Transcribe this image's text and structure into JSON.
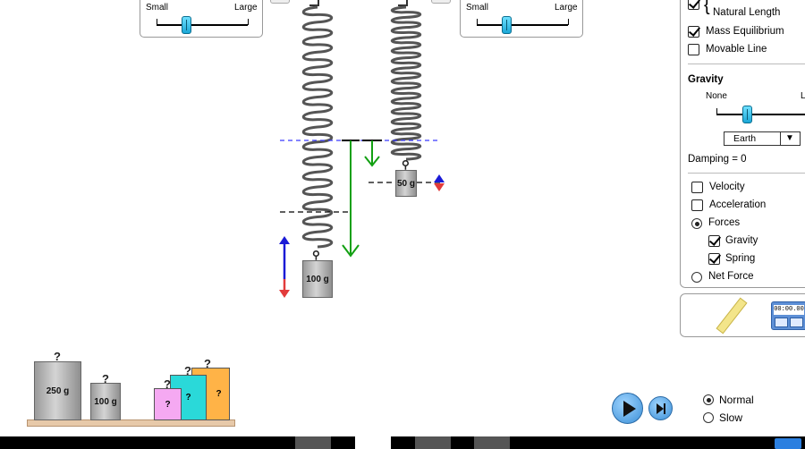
{
  "slider_left": {
    "min_label": "Small",
    "max_label": "Large",
    "value": 0.3
  },
  "slider_right": {
    "min_label": "Small",
    "max_label": "Large",
    "value": 0.3
  },
  "springs": {
    "left_mass_label": "100 g",
    "right_mass_label": "50 g"
  },
  "options": {
    "natural_length": "Natural Length",
    "mass_equilibrium": "Mass Equilibrium",
    "movable_line": "Movable Line",
    "natural_length_checked": true,
    "mass_equilibrium_checked": true,
    "movable_line_checked": false
  },
  "gravity": {
    "title": "Gravity",
    "min_label": "None",
    "max_label_partial": "L",
    "value": 0.35,
    "planet": "Earth"
  },
  "damping_label": "Damping = 0",
  "vectors": {
    "velocity": "Velocity",
    "acceleration": "Acceleration",
    "forces": "Forces",
    "gravity": "Gravity",
    "spring": "Spring",
    "net_force": "Net Force",
    "selected": "Forces"
  },
  "tools": {
    "timer_text": "00:00.00"
  },
  "shelf": {
    "masses": [
      {
        "label": "250 g"
      },
      {
        "label": "100 g"
      }
    ],
    "mystery_mark": "?"
  },
  "playback": {
    "normal": "Normal",
    "slow": "Slow",
    "selected": "Normal"
  },
  "colors": {
    "equilibrium_line": "#3a3aff",
    "force_arrow": "#12a012",
    "up_arrow": "#1a1ad6",
    "down_arrow": "#e23b3b",
    "mystery_pink": "#f5a9f2",
    "mystery_cyan": "#2ad9d9",
    "mystery_orange": "#ffb347",
    "shelf": "#e7c9a9"
  }
}
